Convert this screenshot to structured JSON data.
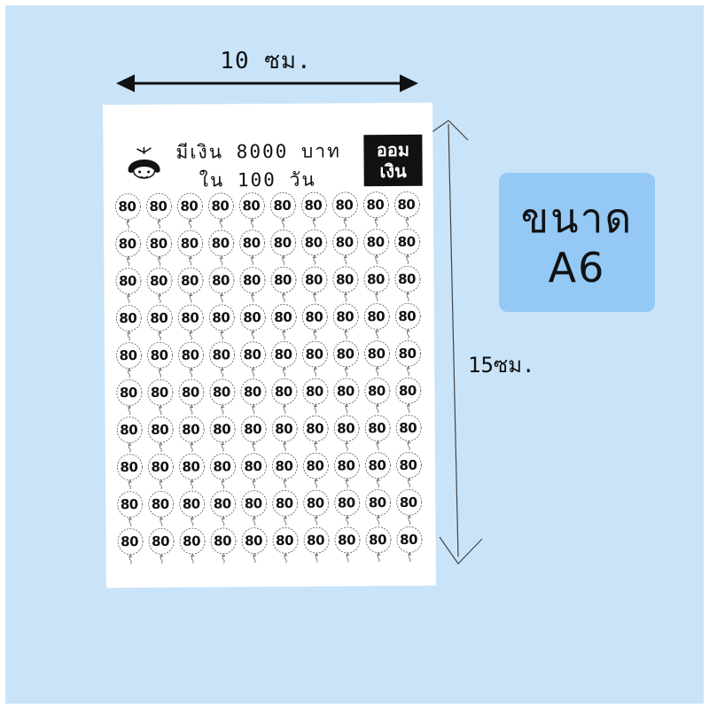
{
  "dimensions": {
    "width_label": "10 ซม.",
    "height_label": "15ซม."
  },
  "sheet": {
    "title_line1": "มีเงิน 8000 บาท",
    "title_line2": "ใน 100 วัน",
    "stamp": {
      "line1": "ออม",
      "line2": "เงิน"
    },
    "cell_value": "80",
    "rows": 10,
    "columns": 10
  },
  "badge": {
    "line1": "ขนาด",
    "line2": "A6"
  },
  "colors": {
    "background": "#c9e4f9",
    "badge": "#94c8f5",
    "sheet": "#ffffff",
    "ink": "#111111"
  },
  "icons": {
    "girl": "girl-face-icon",
    "balloon": "balloon-outline-icon",
    "arrow": "double-headed-arrow"
  }
}
